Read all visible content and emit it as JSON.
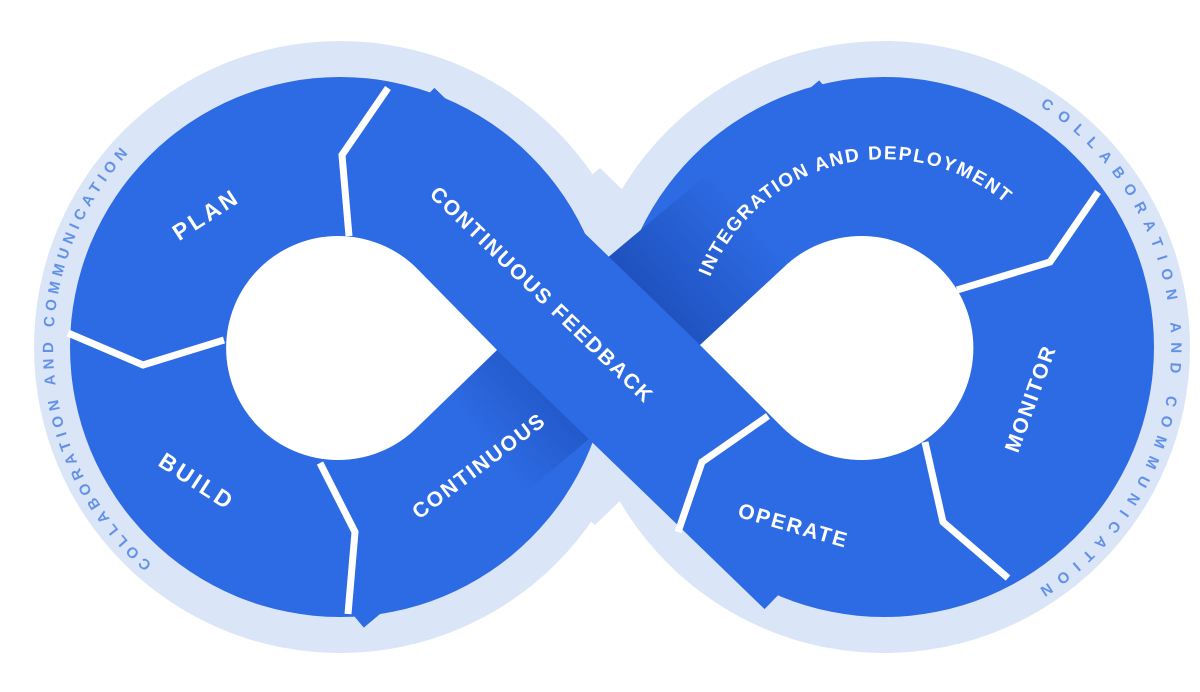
{
  "diagram": {
    "segments": {
      "plan": "PLAN",
      "build": "BUILD",
      "continuous": "CONTINUOUS",
      "continuous_feedback": "CONTINUOUS FEEDBACK",
      "integration_and_deployment": "INTEGRATION AND DEPLOYMENT",
      "monitor": "MONITOR",
      "operate": "OPERATE"
    },
    "outer_ring": {
      "left_label": "COLLABORATION AND COMMUNICATION",
      "right_label": "COLLABORATION AND COMMUNICATION"
    },
    "colors": {
      "primary": "#2D6BE4",
      "primary_dark": "#1E50BC",
      "ring": "#DAE5F8",
      "ring_text": "#6292E8",
      "label": "#FFFFFF"
    }
  }
}
